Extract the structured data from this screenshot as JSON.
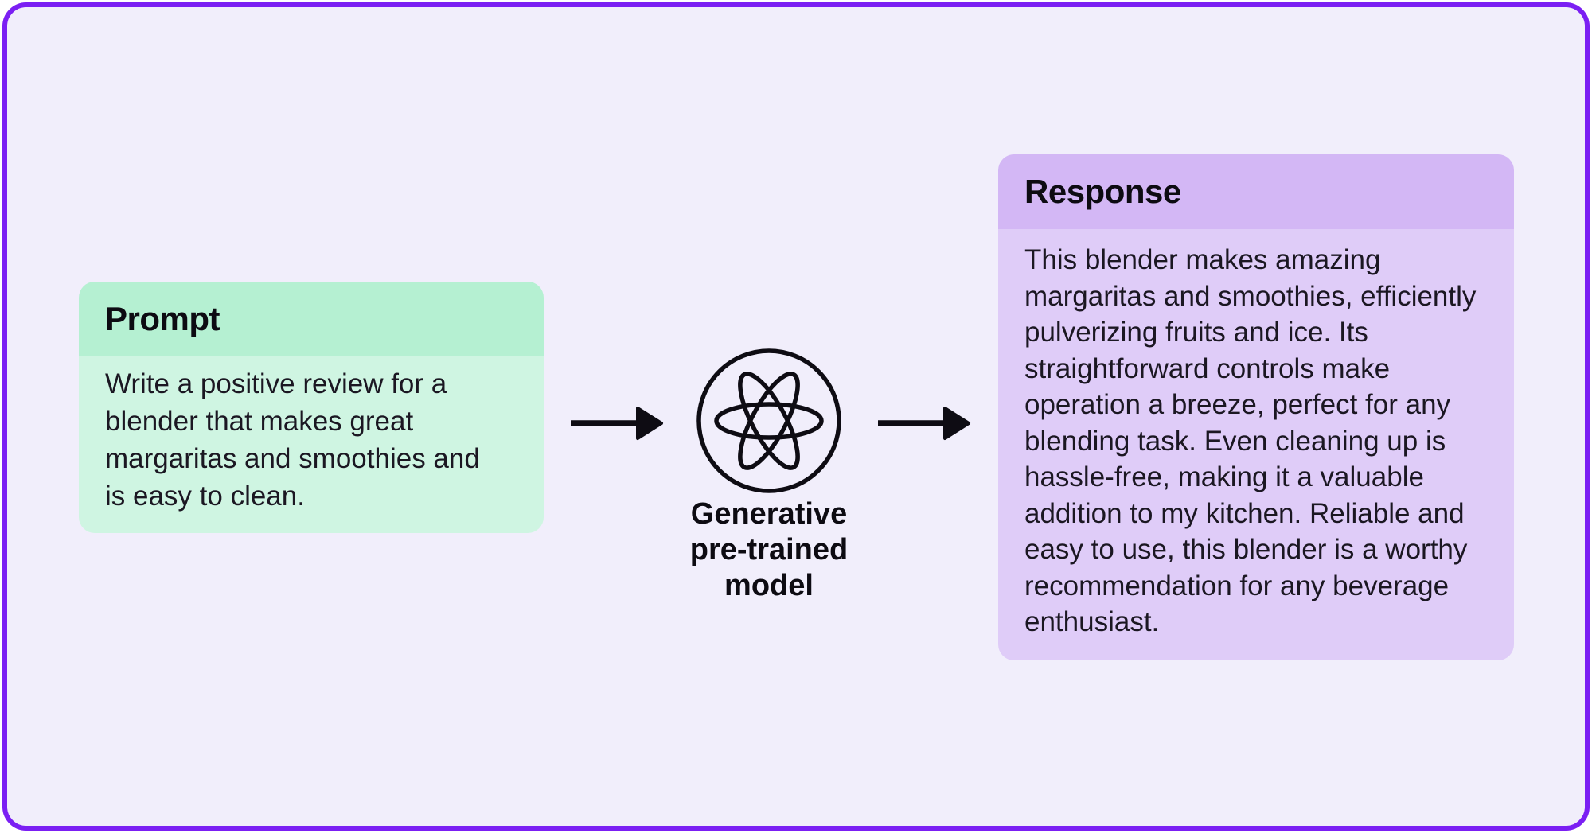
{
  "diagram": {
    "background_color": "#f1eefb",
    "frame_border_color": "#7b1ff3",
    "arrow_color": "#0e0c13",
    "prompt_card": {
      "title": "Prompt",
      "body": "Write a positive review for a blender that makes great margaritas and smoothies and is easy to clean.",
      "header_bg": "#b5f0d2",
      "body_bg": "#cff5e2"
    },
    "model_node": {
      "icon": "atom-icon",
      "label": "Generative\npre-trained\nmodel"
    },
    "response_card": {
      "title": "Response",
      "body": "This blender makes amazing margaritas and smoothies, efficiently pulverizing fruits and ice. Its straightforward controls make operation a breeze, perfect for any blending task. Even cleaning up is hassle-free, making it a valuable addition to my kitchen. Reliable and easy to use, this blender is a worthy recommendation for any beverage enthusiast.",
      "header_bg": "#d3b7f5",
      "body_bg": "#dfccf8"
    }
  }
}
